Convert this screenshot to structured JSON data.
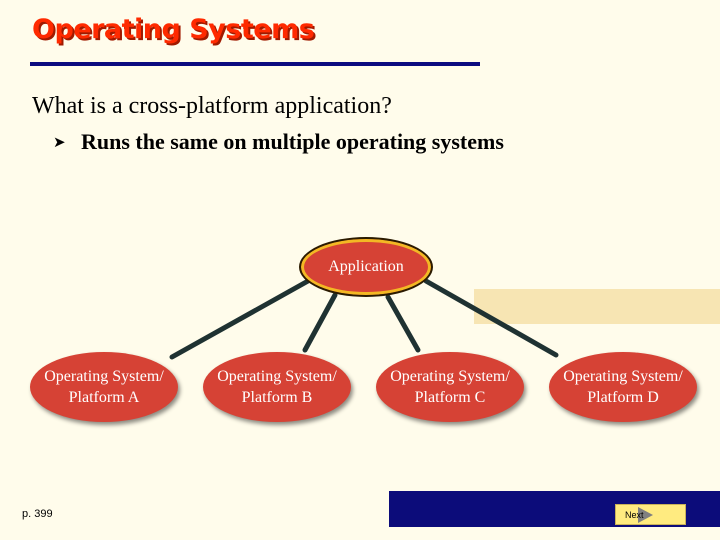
{
  "slide": {
    "title": "Operating Systems",
    "question": "What is a cross-platform application?",
    "bullet": "Runs the same on multiple operating systems",
    "bullet_marker": "arrow-bullet-icon"
  },
  "diagram": {
    "root": "Application",
    "platforms": [
      "Operating System/\nPlatform A",
      "Operating System/\nPlatform B",
      "Operating System/\nPlatform C",
      "Operating System/\nPlatform D"
    ]
  },
  "footer": {
    "page_ref": "p. 399",
    "next_label": "Next"
  },
  "colors": {
    "title": "#FF2A00",
    "rule": "#0C0C80",
    "node_fill": "#D64235",
    "node_highlight": "#F3B824",
    "connector": "#1F3232",
    "footer_bar": "#0C0C7A",
    "next_button": "#FFEB80",
    "background": "#FFFCEB"
  }
}
